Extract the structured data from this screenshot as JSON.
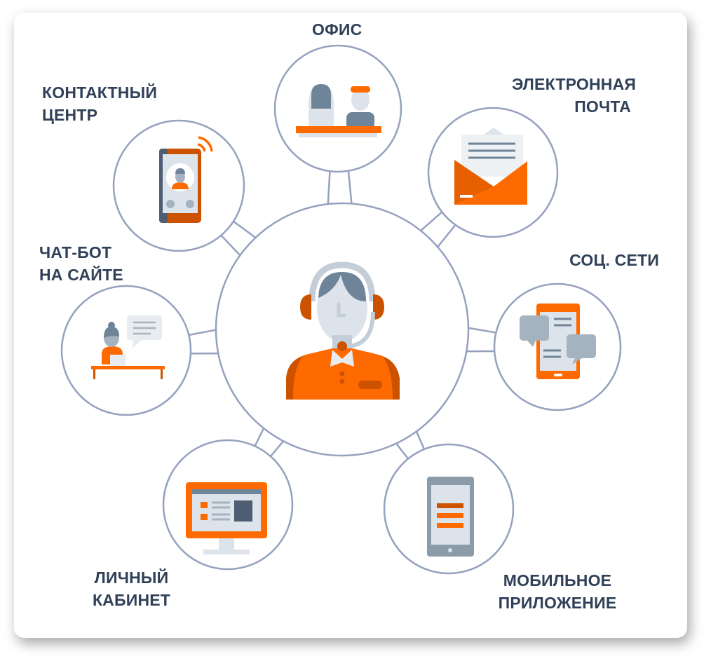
{
  "center": {
    "name": "operator"
  },
  "channels": [
    {
      "id": "office",
      "lines": [
        "ОФИС"
      ],
      "icon": "office-desk-icon"
    },
    {
      "id": "email",
      "lines": [
        "ЭЛЕКТРОННАЯ",
        "ПОЧТА"
      ],
      "icon": "envelope-icon"
    },
    {
      "id": "social",
      "lines": [
        "СОЦ. СЕТИ"
      ],
      "icon": "social-chat-icon"
    },
    {
      "id": "mobile",
      "lines": [
        "МОБИЛЬНОЕ",
        "ПРИЛОЖЕНИЕ"
      ],
      "icon": "tablet-app-icon"
    },
    {
      "id": "cabinet",
      "lines": [
        "ЛИЧНЫЙ",
        "КАБИНЕТ"
      ],
      "icon": "monitor-icon"
    },
    {
      "id": "chatbot",
      "lines": [
        "ЧАТ-БОТ",
        "НА САЙТЕ"
      ],
      "icon": "chatbot-icon"
    },
    {
      "id": "contact",
      "lines": [
        "КОНТАКТНЫЙ",
        "ЦЕНТР"
      ],
      "icon": "phone-call-icon"
    }
  ],
  "colors": {
    "orange": "#ff6a00",
    "dark_orange": "#cc5200",
    "outline": "#95a1bf",
    "text": "#2f4058",
    "gray": "#6e8499",
    "light": "#dde3ea"
  }
}
